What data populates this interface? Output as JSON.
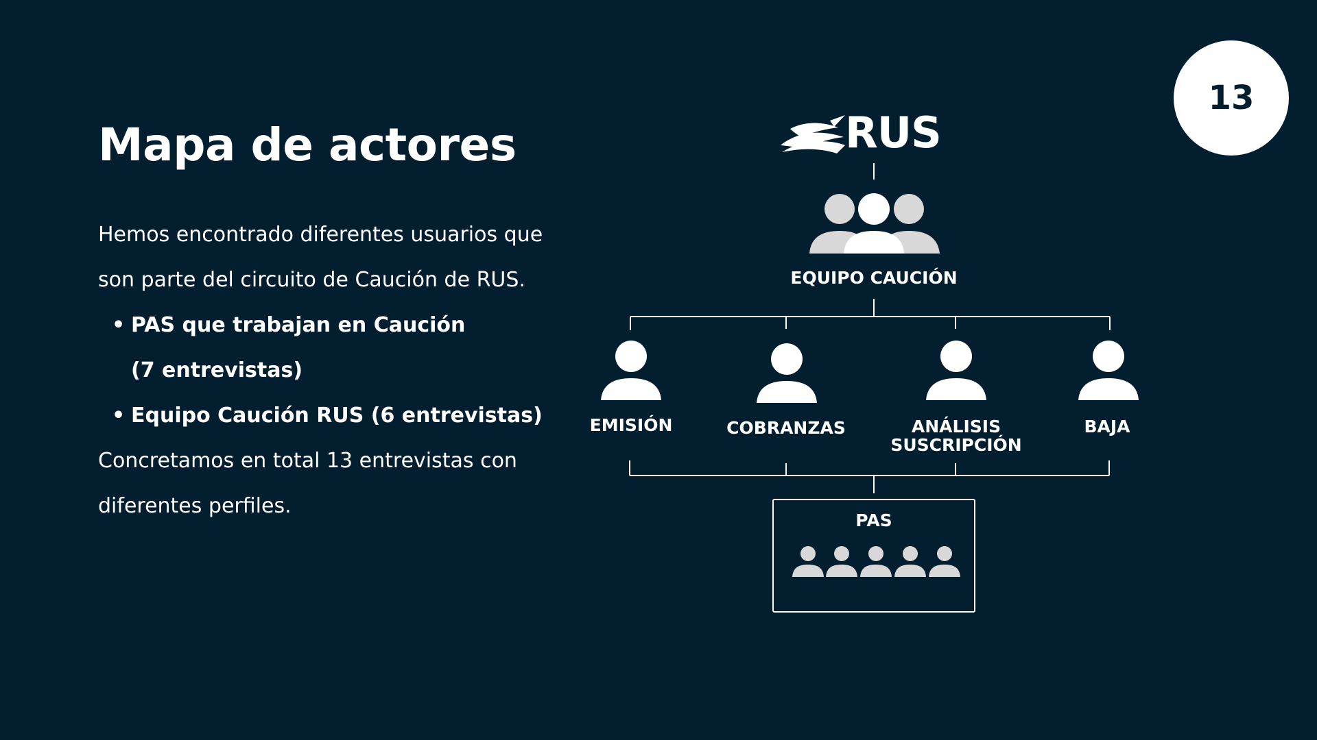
{
  "slide": {
    "page_number": "13",
    "title": "Mapa de actores",
    "intro_line1": "Hemos encontrado diferentes usuarios que",
    "intro_line2": "son parte del circuito de Caución de RUS.",
    "bullets": [
      {
        "line1": "PAS que trabajan en Caución",
        "line2": "(7 entrevistas)"
      },
      {
        "line1": "Equipo Caución RUS (6 entrevistas)"
      }
    ],
    "closing_line1": "Concretamos en total 13 entrevistas con",
    "closing_line2": "diferentes perfiles."
  },
  "diagram": {
    "logo_text": "RUS",
    "team_label": "EQUIPO CAUCIÓN",
    "roles": [
      {
        "label": "EMISIÓN"
      },
      {
        "label": "COBRANZAS"
      },
      {
        "label_line1": "ANÁLISIS",
        "label_line2": "SUSCRIPCIÓN"
      },
      {
        "label": "BAJA"
      }
    ],
    "pas_label": "PAS"
  },
  "colors": {
    "background": "#031e2e",
    "foreground": "#ffffff",
    "icon_light": "#d8d8d8"
  }
}
